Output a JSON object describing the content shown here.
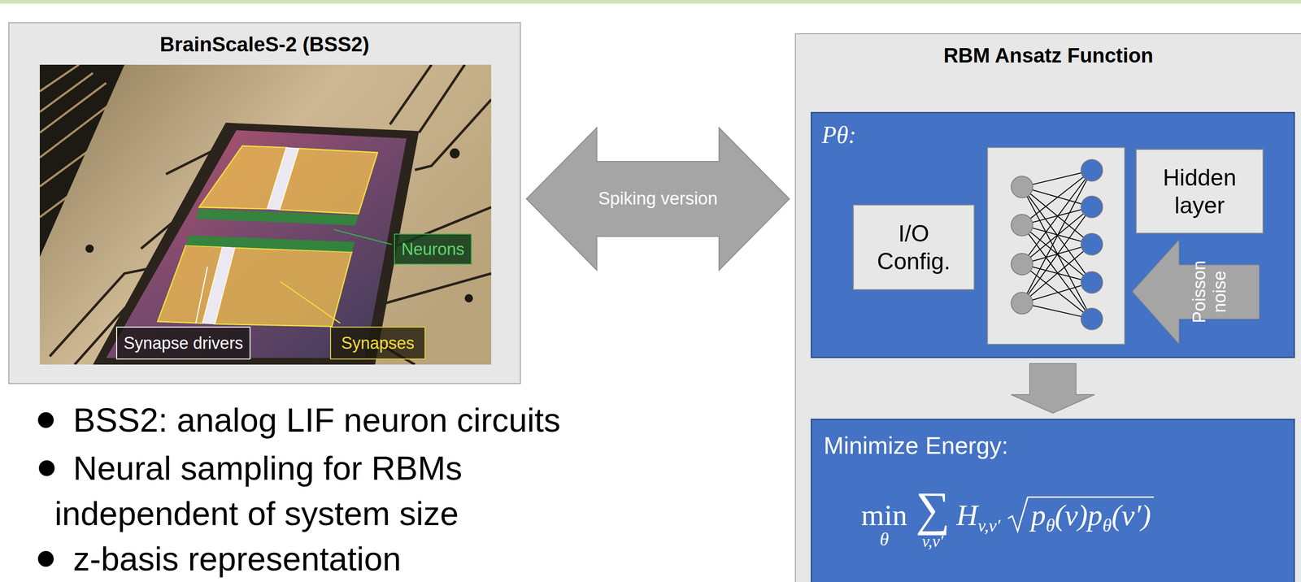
{
  "diagram": {
    "nodes": [
      {
        "text": [
          "BrainScaleS-2 (BSS2)"
        ]
      },
      {
        "text": [
          "Neurons"
        ],
        "in": 0
      },
      {
        "text": [
          "Synapse drivers"
        ],
        "in": 0
      },
      {
        "text": [
          "Synapses"
        ],
        "in": 0
      },
      {
        "text": [
          "RBM Ansatz Function"
        ]
      },
      {
        "text": [
          "Pθ:"
        ],
        "in": 4
      },
      {
        "text": [
          "I/O Config."
        ],
        "in": 5
      },
      {
        "text": [
          "Hidden layer"
        ],
        "in": 5
      },
      {
        "text": [
          "Poisson noise"
        ],
        "in": 5
      },
      {
        "text": [
          "Minimize Energy:",
          "min",
          "θ",
          "∑",
          "v,v′",
          "H",
          "v,v′",
          "p",
          "θ",
          "(v)",
          "p",
          "θ",
          "(v′)"
        ],
        "in": 4
      }
    ],
    "edges": [
      {
        "from": 0,
        "to": 4,
        "label": "Spiking version",
        "arrow": "both"
      },
      {
        "from": 5,
        "to": 9,
        "arrow": "to"
      }
    ],
    "labels": [
      "BSS2: analog LIF neuron circuits",
      "Neural sampling for RBMs independent of system size",
      "z-basis representation"
    ]
  }
}
